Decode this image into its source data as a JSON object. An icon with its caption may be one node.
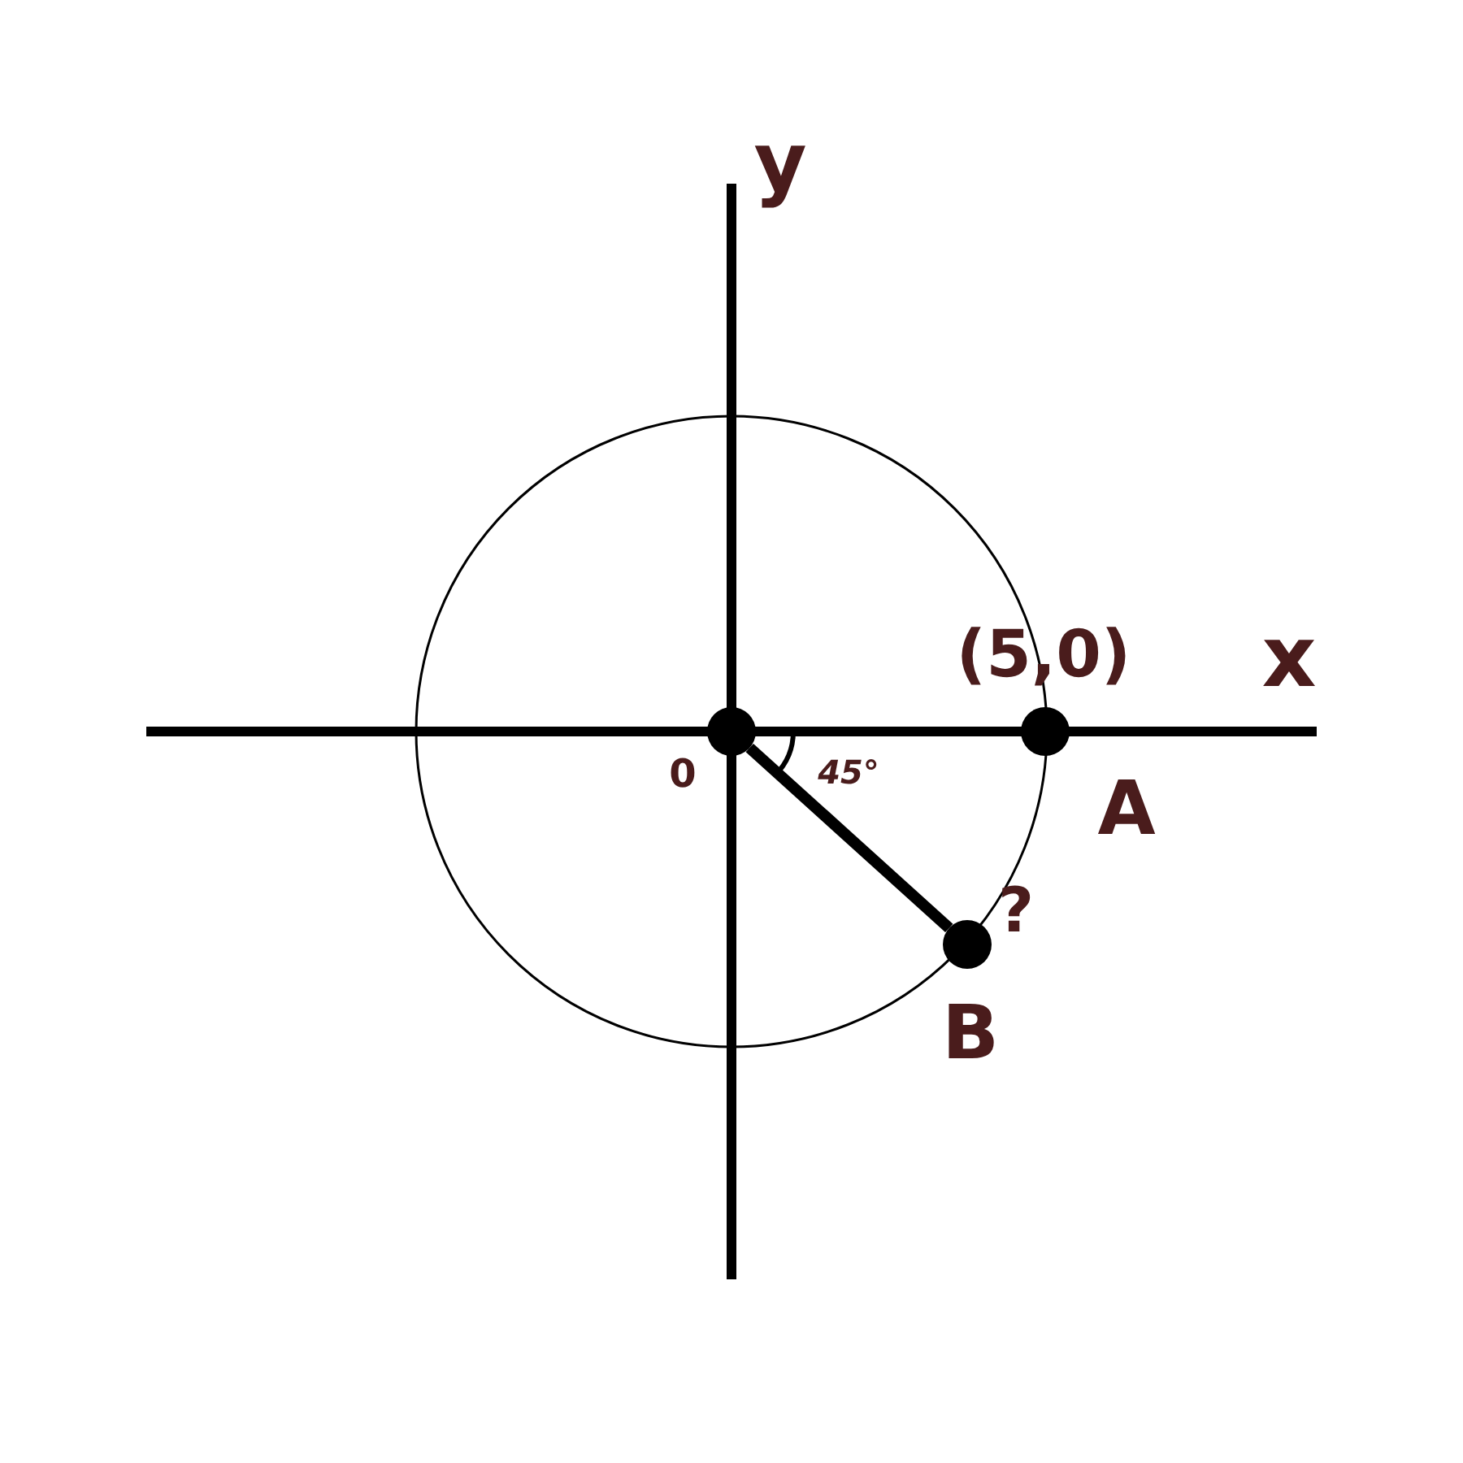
{
  "diagram": {
    "nodes": [
      {
        "text": [],
        "shape": "circle",
        "beside": [
          "0"
        ]
      },
      {
        "text": [],
        "shape": "circle",
        "beside": [
          "(5,0)",
          "A"
        ]
      },
      {
        "text": [],
        "shape": "circle",
        "beside": [
          "B"
        ]
      }
    ],
    "edges": [
      {
        "from": 0,
        "to": 2,
        "arrow": "none"
      }
    ],
    "labels": [
      "y",
      "x",
      "45°",
      "?"
    ]
  }
}
